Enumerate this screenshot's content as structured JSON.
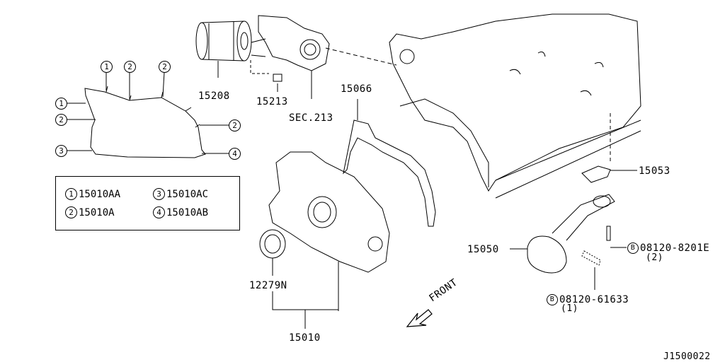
{
  "legend": [
    {
      "num": "1",
      "code": "15010AA"
    },
    {
      "num": "3",
      "code": "15010AC"
    },
    {
      "num": "2",
      "code": "15010A"
    },
    {
      "num": "4",
      "code": "15010AB"
    }
  ],
  "callouts": [
    "1",
    "2",
    "2",
    "1",
    "2",
    "2",
    "3",
    "4"
  ],
  "parts": {
    "oil_filter": "15208",
    "plug": "15213",
    "section_ref": "SEC.213",
    "gasket_upper": "15066",
    "gasket_strainer": "15053",
    "strainer": "15050",
    "seal": "12279N",
    "oil_pump": "15010"
  },
  "bolts": {
    "bolt_a_symbol": "B",
    "bolt_a_code": "08120-8201E",
    "bolt_a_qty": "(2)",
    "bolt_b_symbol": "B",
    "bolt_b_code": "08120-61633",
    "bolt_b_qty": "(1)"
  },
  "front_label": "FRONT",
  "diagram_id": "J1500022"
}
